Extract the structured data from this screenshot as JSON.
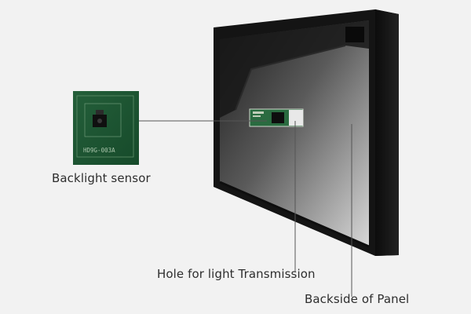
{
  "labels": {
    "backlight_sensor": "Backlight sensor",
    "hole_for_light": "Hole for light Transmission",
    "backside_of_panel": "Backside of Panel"
  },
  "board_markings": {
    "chip_code": "HD9G-003A"
  },
  "colors": {
    "background": "#f2f2f2",
    "panel_frame": "#151515",
    "pcb_green": "#1f5a34",
    "label_text": "#2e2e2e",
    "leader_line": "#555555"
  }
}
